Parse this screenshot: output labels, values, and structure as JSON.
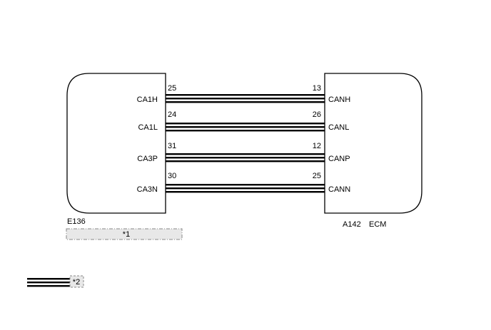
{
  "left_connector": {
    "code": "E136",
    "pins": [
      {
        "number": "25",
        "signal": "CA1H"
      },
      {
        "number": "24",
        "signal": "CA1L"
      },
      {
        "number": "31",
        "signal": "CA3P"
      },
      {
        "number": "30",
        "signal": "CA3N"
      }
    ],
    "note_label": "*1"
  },
  "right_connector": {
    "code": "A142",
    "name": "ECM",
    "pins": [
      {
        "number": "13",
        "signal": "CANH"
      },
      {
        "number": "26",
        "signal": "CANL"
      },
      {
        "number": "12",
        "signal": "CANP"
      },
      {
        "number": "25",
        "signal": "CANN"
      }
    ]
  },
  "legend": {
    "label": "*2"
  },
  "colors": {
    "line": "#000000",
    "note_fill": "#e8e8e8",
    "note_border": "#888888"
  }
}
